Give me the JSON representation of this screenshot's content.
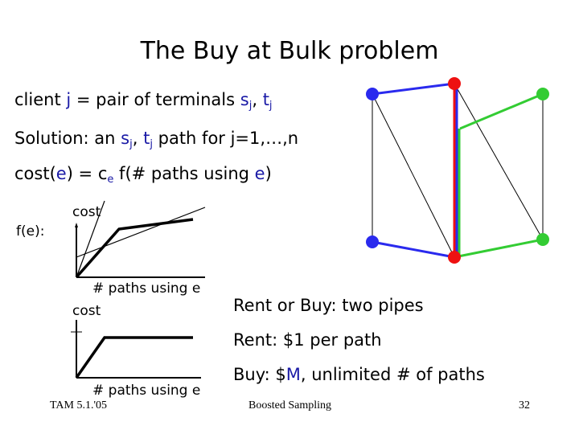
{
  "slide": {
    "title": "The Buy at Bulk problem",
    "line1": {
      "a": "client ",
      "j": "j",
      "b": " = pair of terminals ",
      "s": "s",
      "sj": "j",
      "c": ", ",
      "t": "t",
      "tj": "j"
    },
    "line2": {
      "a": "Solution: an ",
      "s": "s",
      "sj": "j",
      "c": ", ",
      "t": "t",
      "tj": "j",
      "b": " path for j=1,…,n"
    },
    "line3": {
      "a": "cost(",
      "e1": "e",
      "b": ") = c",
      "e2": "e",
      "c": " f(# paths using ",
      "e3": "e",
      "d": ")"
    },
    "fe_label": "f(e):",
    "chart1": {
      "ylabel": "cost",
      "xlabel": "# paths using e"
    },
    "chart2": {
      "ylabel": "cost",
      "xlabel": "# paths using e"
    },
    "rent_or_buy": "Rent or Buy: two pipes",
    "rent": "Rent: $1 per path",
    "buy": {
      "a": "Buy: $",
      "m": "M",
      "b": ", unlimited # of paths"
    },
    "footer": {
      "left": "TAM 5.1.'05",
      "center": "Boosted Sampling",
      "right": "32"
    }
  },
  "colors": {
    "blue": "#2a2aee",
    "red": "#ee1111",
    "green": "#33cc33",
    "text_blue": "#1a1aa6"
  }
}
